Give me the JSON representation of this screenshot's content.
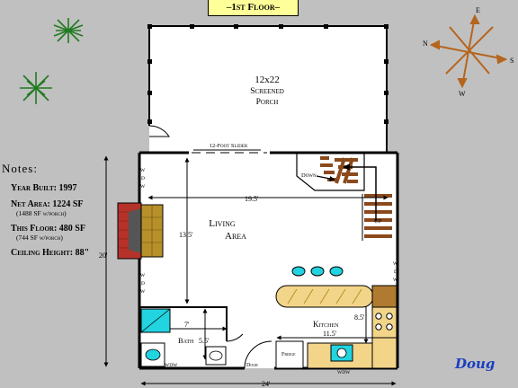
{
  "title": "–1st Floor–",
  "author": "Doug",
  "compass": {
    "n": "N",
    "e": "E",
    "s": "S",
    "w": "W"
  },
  "notes": {
    "heading": "Notes:",
    "year_built": "Year Built: 1997",
    "net_area": "Net Area: 1224 SF",
    "net_area_sub": "(1488 SF w/porch)",
    "this_floor": "This Floor: 480 SF",
    "this_floor_sub": "(744 SF w/porch)",
    "ceiling": "Ceiling Height: 88\""
  },
  "rooms": {
    "porch_size": "12x22",
    "porch_line1": "Screened",
    "porch_line2": "Porch",
    "living_line1": "Living",
    "living_line2": "Area",
    "kitchen": "Kitchen",
    "bath": "Bath"
  },
  "labels": {
    "slider": "12-Foot Slider",
    "down": "Down",
    "up": "UP",
    "door": "Door",
    "fridge": "Fridge",
    "wdw": "WDW",
    "wdw_bath": "WDW",
    "wdw_kitchen": "WDW"
  },
  "dimensions": {
    "d_19_5": "19.5'",
    "d_13_5": "13.5'",
    "d_20": "20'",
    "d_24": "24'",
    "d_8_5": "8.5'",
    "d_11_5": "11.5'",
    "d_7": "7'",
    "d_5_5": "5.5'"
  },
  "colors": {
    "background": "#c0c0c0",
    "floor": "#ffffff",
    "counter": "#f3d58a",
    "fixture_cyan": "#22d3e0",
    "stair_brown": "#8a4a1c",
    "fireplace_brick": "#b5322a",
    "fireplace_stone": "#b8902a",
    "pine": "#207a20",
    "compass": "#b5651d",
    "title_bg": "#ffff99",
    "author": "#1b3fbf"
  }
}
